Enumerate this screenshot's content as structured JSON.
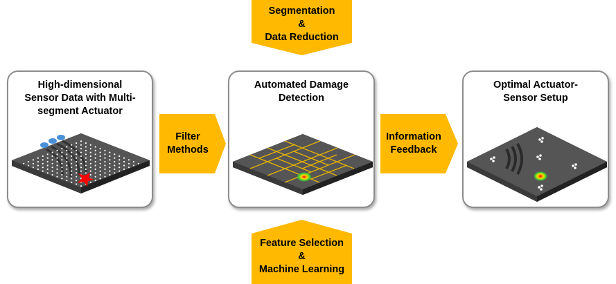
{
  "boxes": {
    "sensor_data": {
      "title": "High-dimensional\nSensor Data with Multi-\nsegment Actuator"
    },
    "damage_detection": {
      "title": "Automated Damage\nDetection"
    },
    "optimal_setup": {
      "title": "Optimal Actuator-\nSensor Setup"
    }
  },
  "arrows": {
    "filter_methods": {
      "label": "Filter\nMethods"
    },
    "information_feedback": {
      "label": "Information\nFeedback"
    },
    "segmentation": {
      "label": "Segmentation\n&\nData Reduction"
    },
    "feature_selection": {
      "label": "Feature Selection\n&\nMachine  Learning"
    }
  },
  "colors": {
    "arrow_fill": "#ffb900",
    "box_border": "#8c8c8c",
    "plate_top": "#555555",
    "grid_line": "#e8b400",
    "damage_red": "#ff0000",
    "actuator_blue": "#4a90d9"
  }
}
